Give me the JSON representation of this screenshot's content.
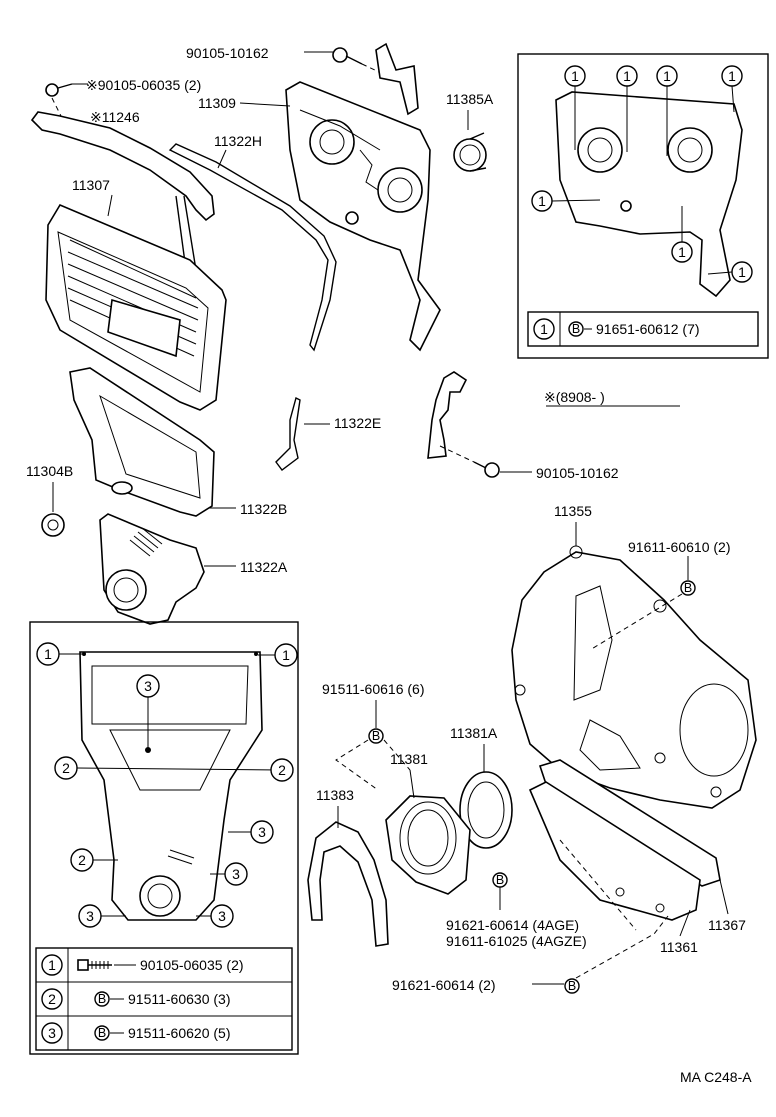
{
  "diagram": {
    "ref_code": "MA C248-A",
    "date_note": "※(8908-       )",
    "labels": {
      "p90105_10162_top": "90105-10162",
      "p90105_06035": "※90105-06035 (2)",
      "p11246": "※11246",
      "p11309": "11309",
      "p11385A": "11385A",
      "p11322H": "11322H",
      "p11307": "11307",
      "p11322E": "11322E",
      "p90105_10162_mid": "90105-10162",
      "p11304B": "11304B",
      "p11322B": "11322B",
      "p11322A": "11322A",
      "p11355": "11355",
      "p91611_60610": "91611-60610 (2)",
      "p91511_60616": "91511-60616 (6)",
      "p11381A": "11381A",
      "p11381": "11381",
      "p11383": "11383",
      "p91621_60614_4age": "91621-60614 (4AGE)",
      "p91611_61025_4agze": "91611-61025 (4AGZE)",
      "p91621_60614_2": "91621-60614 (2)",
      "p11367": "11367",
      "p11361": "11361"
    },
    "top_inset": {
      "callout": "1",
      "legend_num": "1",
      "legend_part": "91651-60612 (7)"
    },
    "bottom_inset": {
      "callouts": [
        "1",
        "2",
        "3"
      ],
      "legend": [
        {
          "num": "1",
          "part": "90105-06035 (2)"
        },
        {
          "num": "2",
          "part": "91511-60630 (3)"
        },
        {
          "num": "3",
          "part": "91511-60620 (5)"
        }
      ]
    },
    "bolt_marker": "B"
  }
}
